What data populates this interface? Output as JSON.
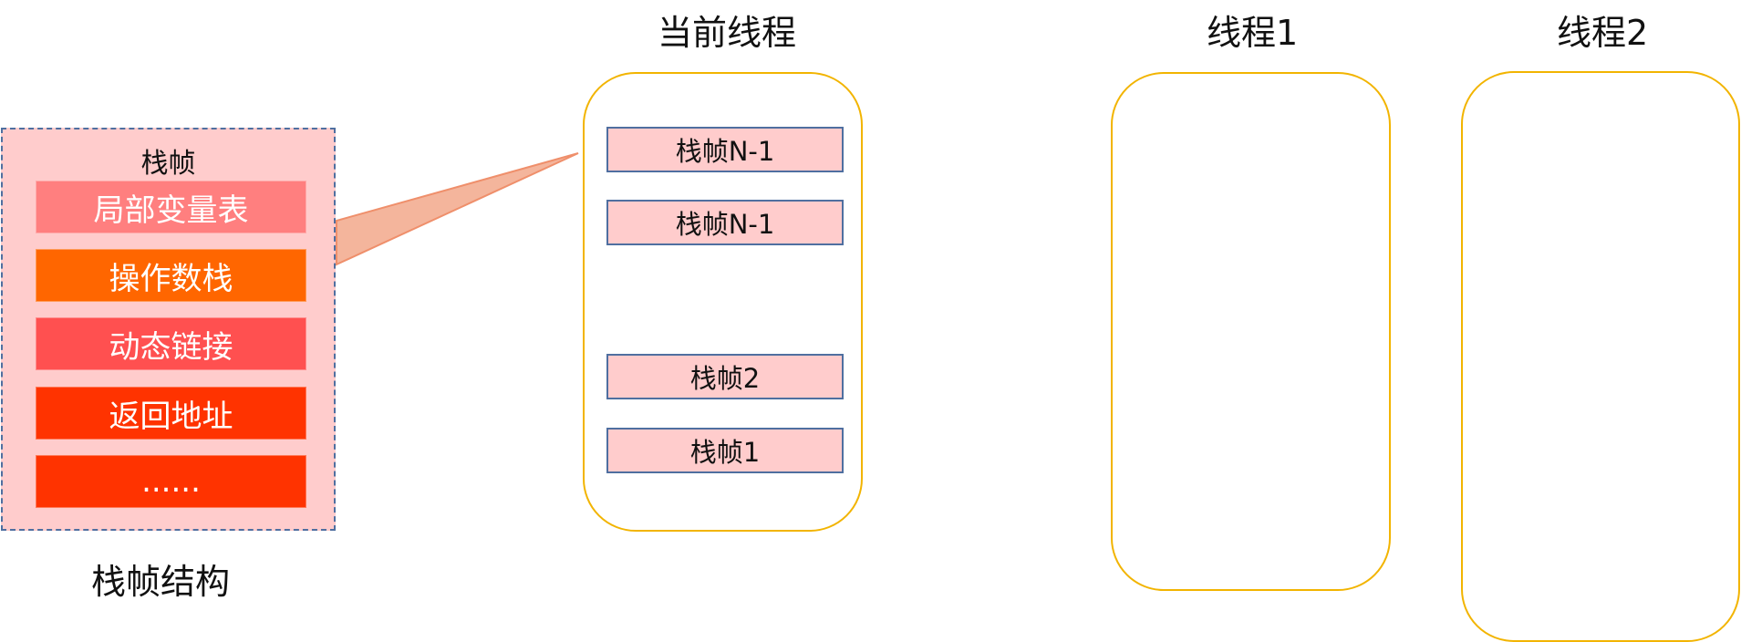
{
  "titles": {
    "current_thread": "当前线程",
    "thread1": "线程1",
    "thread2": "线程2"
  },
  "frame_structure": {
    "header": "栈帧",
    "label": "栈帧结构",
    "items": [
      {
        "label": "局部变量表",
        "color": "#ff7f7f"
      },
      {
        "label": "操作数栈",
        "color": "#ff6600"
      },
      {
        "label": "动态链接",
        "color": "#ff5050"
      },
      {
        "label": "返回地址",
        "color": "#ff3300"
      },
      {
        "label": "......",
        "color": "#ff3300"
      }
    ]
  },
  "current_thread": {
    "frames": [
      {
        "label": "栈帧N-1"
      },
      {
        "label": "栈帧N-1"
      },
      {
        "label": "栈帧2"
      },
      {
        "label": "栈帧1"
      }
    ]
  },
  "colors": {
    "thread_border": "#f2b400",
    "frame_fill": "#ffcccc",
    "frame_border": "#4f6fa0",
    "callout_fill": "#f4b59c"
  }
}
